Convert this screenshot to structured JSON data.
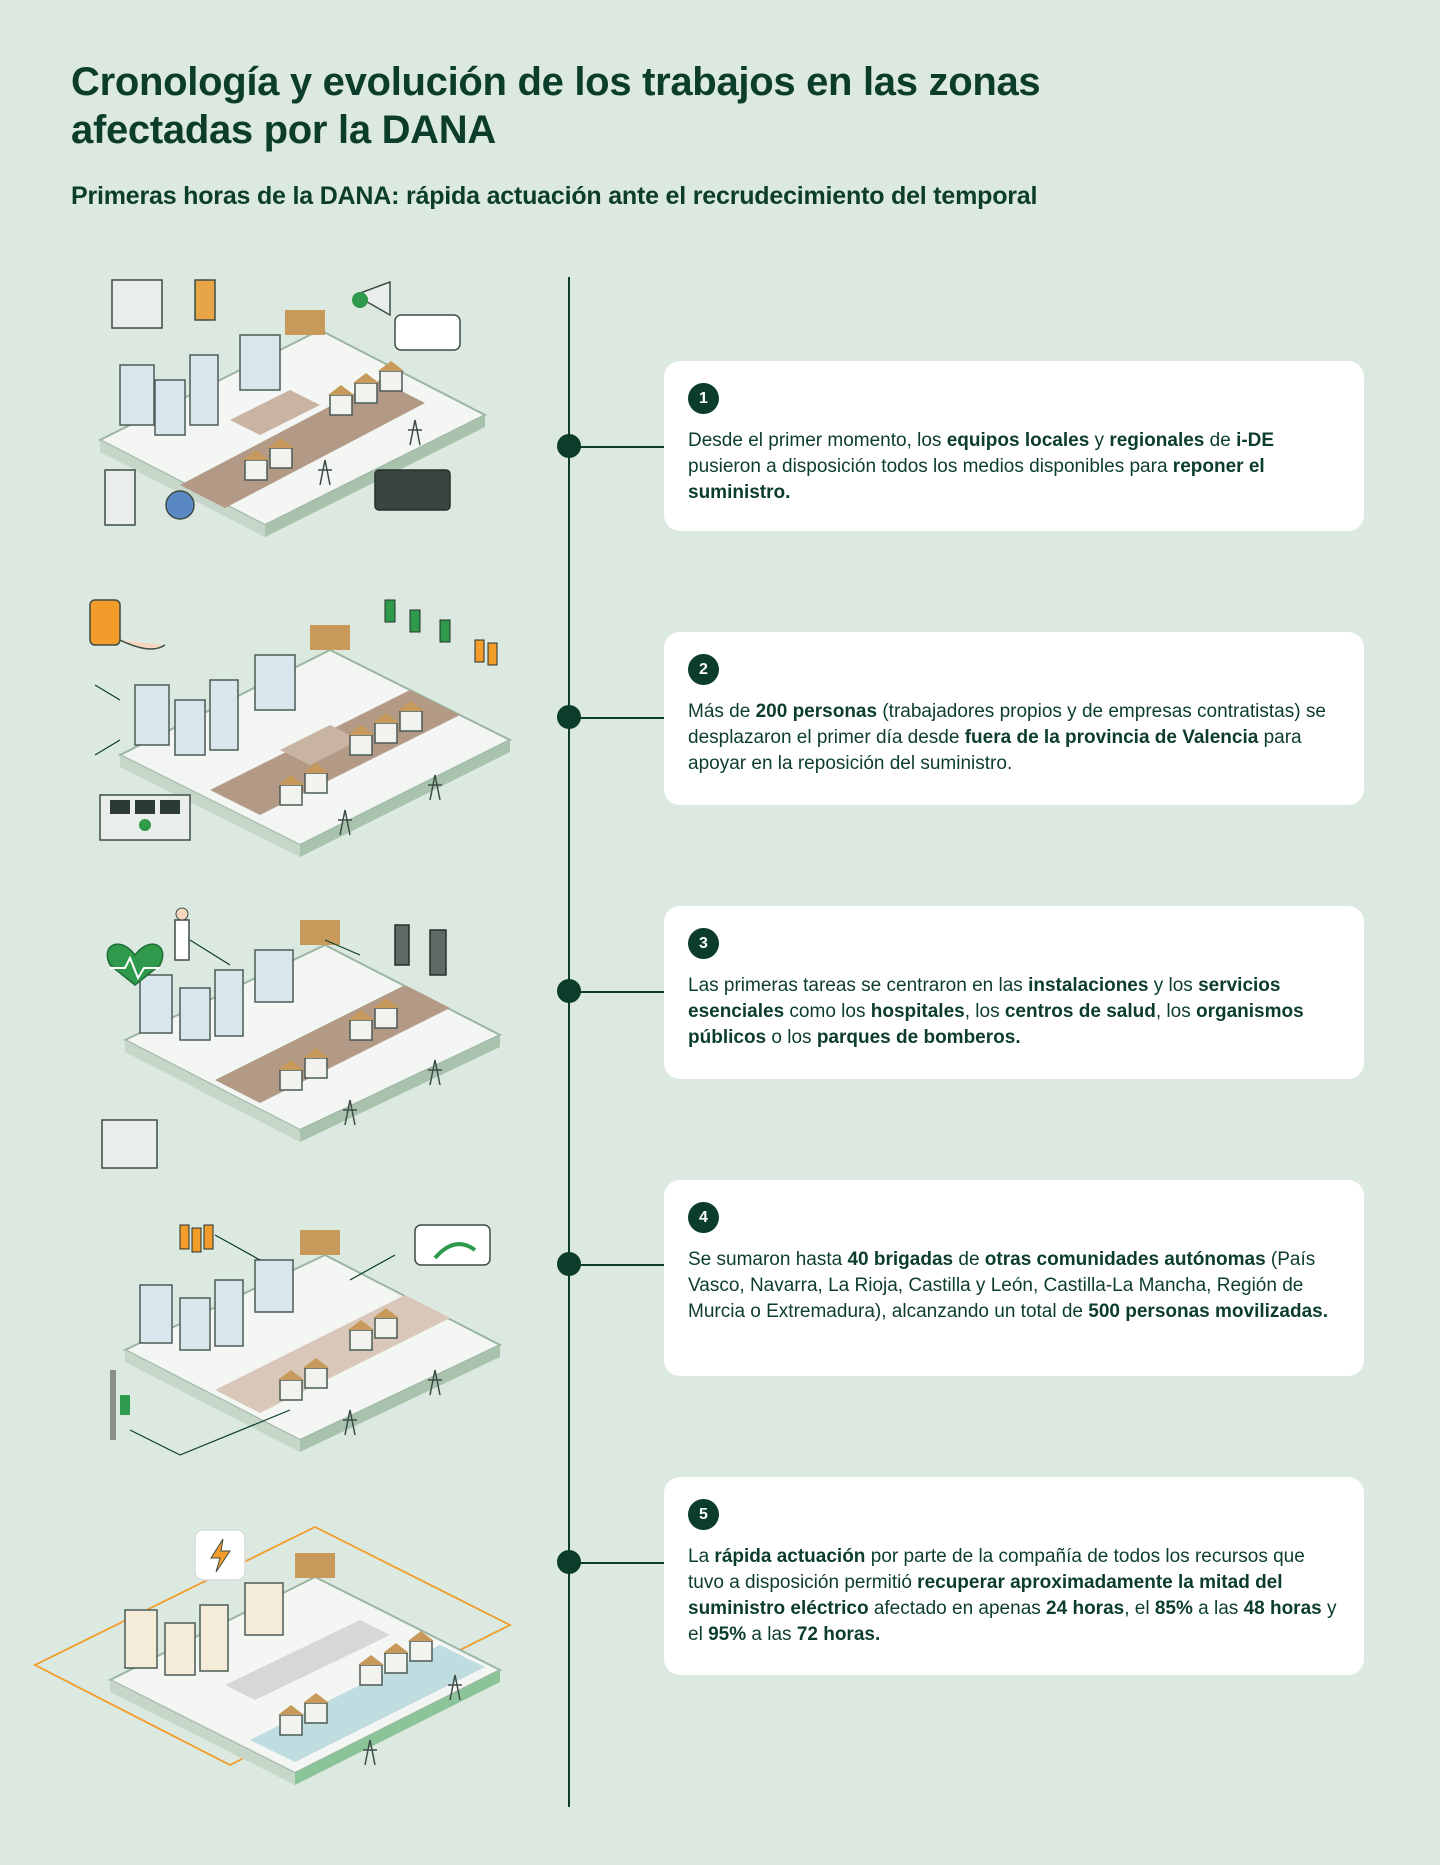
{
  "header": {
    "title": "Cronología y evolución de los trabajos en las zonas afectadas por la DANA",
    "subtitle": "Primeras horas de la DANA: rápida actuación ante el recrudecimiento del temporal"
  },
  "colors": {
    "background": "#dce9e0",
    "dark_green": "#0b3d2a",
    "accent_green": "#2f9a4c",
    "mud": "#b39a86",
    "orange": "#f29c2b"
  },
  "steps": [
    {
      "number": "1",
      "segments": [
        {
          "t": "Desde el primer momento, los "
        },
        {
          "t": "equipos locales",
          "b": true
        },
        {
          "t": " y "
        },
        {
          "t": "regionales",
          "b": true
        },
        {
          "t": " de "
        },
        {
          "t": "i-DE",
          "b": true
        },
        {
          "t": " pusieron a disposición todos los medios disponibles para "
        },
        {
          "t": "reponer el suministro.",
          "b": true
        }
      ]
    },
    {
      "number": "2",
      "segments": [
        {
          "t": "Más de "
        },
        {
          "t": "200 personas",
          "b": true
        },
        {
          "t": " (trabajadores propios y de empresas contratistas) se desplazaron el primer día desde "
        },
        {
          "t": "fuera de la provincia de Valencia",
          "b": true
        },
        {
          "t": " para apoyar en la reposición del suministro."
        }
      ]
    },
    {
      "number": "3",
      "segments": [
        {
          "t": "Las primeras tareas se centraron en las "
        },
        {
          "t": "instalaciones",
          "b": true
        },
        {
          "t": " y los "
        },
        {
          "t": "servicios esenciales",
          "b": true
        },
        {
          "t": " como los "
        },
        {
          "t": "hospitales",
          "b": true
        },
        {
          "t": ", los "
        },
        {
          "t": "centros de salud",
          "b": true
        },
        {
          "t": ", los "
        },
        {
          "t": "organismos públicos",
          "b": true
        },
        {
          "t": " o los "
        },
        {
          "t": "parques de bomberos.",
          "b": true
        }
      ]
    },
    {
      "number": "4",
      "segments": [
        {
          "t": "Se sumaron hasta "
        },
        {
          "t": "40 brigadas",
          "b": true
        },
        {
          "t": " de "
        },
        {
          "t": "otras comunidades autónomas",
          "b": true
        },
        {
          "t": " (País Vasco, Navarra, La Rioja, Castilla y León, Castilla-La Mancha, Región de Murcia o Extremadura), alcanzando un total de "
        },
        {
          "t": "500 personas movilizadas.",
          "b": true
        }
      ]
    },
    {
      "number": "5",
      "segments": [
        {
          "t": "La "
        },
        {
          "t": "rápida actuación",
          "b": true
        },
        {
          "t": " por parte de la compañía de todos los recursos que tuvo a disposición permitió "
        },
        {
          "t": "recuperar aproximadamente la mitad del suministro eléctrico",
          "b": true
        },
        {
          "t": " afectado en apenas "
        },
        {
          "t": "24 horas",
          "b": true
        },
        {
          "t": ", el "
        },
        {
          "t": "85%",
          "b": true
        },
        {
          "t": " a las "
        },
        {
          "t": "48 horas",
          "b": true
        },
        {
          "t": " y el "
        },
        {
          "t": "95%",
          "b": true
        },
        {
          "t": " a las "
        },
        {
          "t": "72 horas.",
          "b": true
        }
      ]
    }
  ],
  "illustrations": [
    {
      "icon": "flooded-town-illustration",
      "road": "mud"
    },
    {
      "icon": "flooded-town-illustration",
      "road": "mud"
    },
    {
      "icon": "flooded-town-illustration",
      "road": "mud"
    },
    {
      "icon": "recovering-town-illustration",
      "road": "light-mud"
    },
    {
      "icon": "restored-town-illustration",
      "road": "clean",
      "badge_icon": "lightning-icon"
    }
  ]
}
